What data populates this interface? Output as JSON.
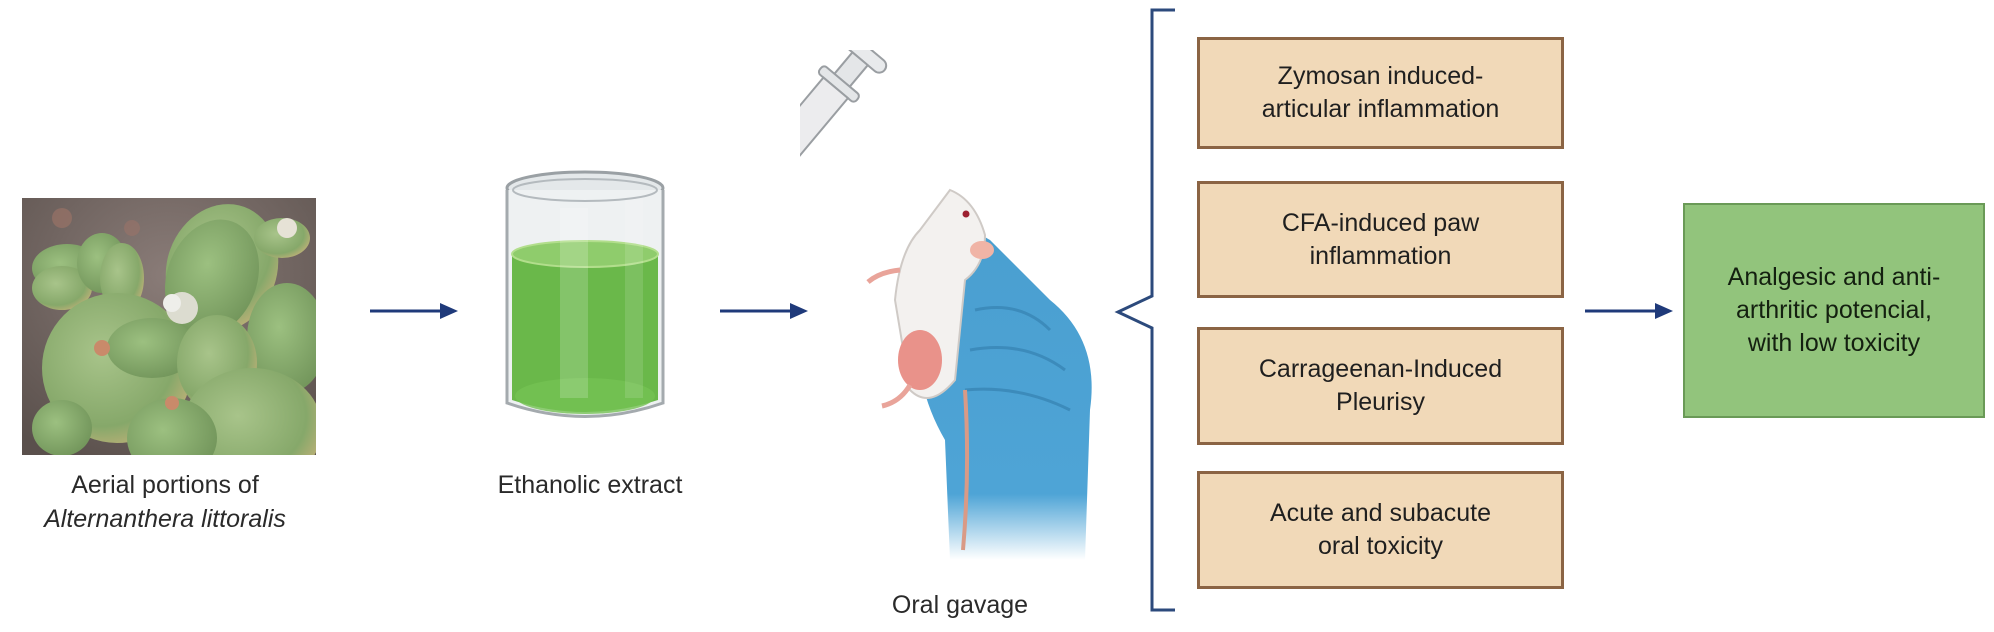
{
  "figure": {
    "type": "experimental workflow diagram",
    "colors": {
      "arrow": "#1f3a7a",
      "bracket": "#2c4a7c",
      "assay_box_fill": "#f1d9b8",
      "assay_box_border": "#8b6444",
      "result_box_fill": "#92c47c",
      "extract_liquid": "#6ab84a",
      "glove": "#4a9fd0"
    }
  },
  "steps": {
    "plant": {
      "icon": "plant-photo",
      "label_line1": "Aerial portions of",
      "label_line2_italic": "Alternanthera littoralis"
    },
    "extract": {
      "icon": "beaker-icon",
      "label": "Ethanolic extract"
    },
    "administration": {
      "icon": "oral-gavage-mouse-icon",
      "label": "Oral gavage"
    }
  },
  "assays": [
    {
      "label": "Zymosan induced-articular inflammation",
      "line1": "Zymosan induced-",
      "line2": "articular inflammation"
    },
    {
      "label": "CFA-induced paw inflammation",
      "line1": "CFA-induced paw",
      "line2": "inflammation"
    },
    {
      "label": "Carrageenan-Induced Pleurisy",
      "line1": "Carrageenan-Induced",
      "line2": "Pleurisy"
    },
    {
      "label": "Acute and subacute oral toxicity",
      "line1": "Acute and subacute",
      "line2": "oral toxicity"
    }
  ],
  "outcome": {
    "line1": "Analgesic and anti-",
    "line2": "arthritic potencial,",
    "line3": "with low toxicity"
  }
}
